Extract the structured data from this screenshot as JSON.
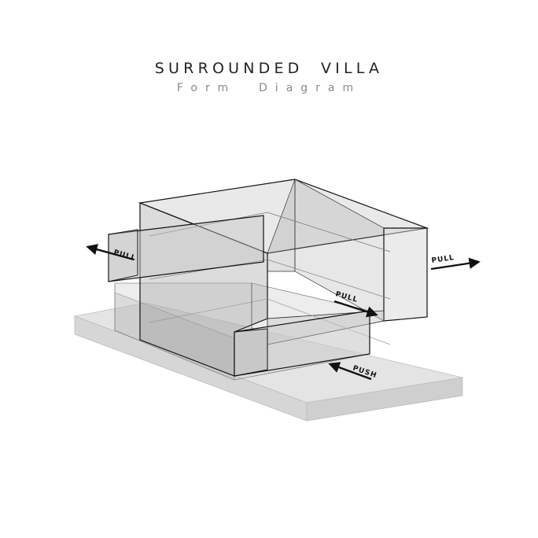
{
  "title": "SURROUNDED  VILLA",
  "subtitle": "Form  Diagram",
  "arrows": {
    "pull_left": "PULL",
    "pull_right": "PULL",
    "pull_inner": "PULL",
    "push": "PUSH"
  },
  "colors": {
    "base_slab_top": "#e3e3e3",
    "base_slab_side": "#cfcfcf",
    "volume_fill": "#bdbdbd",
    "outline": "#111111",
    "title": "#222222",
    "subtitle": "#8a8a8a"
  }
}
